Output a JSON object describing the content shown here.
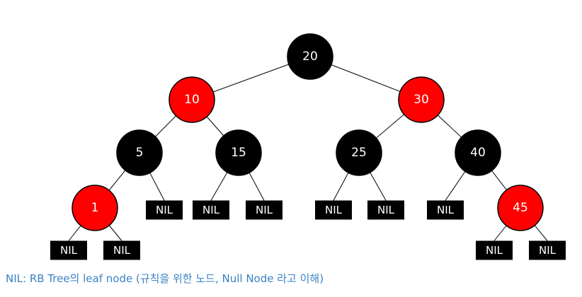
{
  "tree": {
    "colors": {
      "red": "#ff0000",
      "black": "#000000",
      "edge": "#000000",
      "label": "#ffffff"
    },
    "nodes": [
      {
        "id": "n20",
        "label": "20",
        "color": "black",
        "parent": null
      },
      {
        "id": "n10",
        "label": "10",
        "color": "red",
        "parent": "n20"
      },
      {
        "id": "n30",
        "label": "30",
        "color": "red",
        "parent": "n20"
      },
      {
        "id": "n5",
        "label": "5",
        "color": "black",
        "parent": "n10"
      },
      {
        "id": "n15",
        "label": "15",
        "color": "black",
        "parent": "n10"
      },
      {
        "id": "n25",
        "label": "25",
        "color": "black",
        "parent": "n30"
      },
      {
        "id": "n40",
        "label": "40",
        "color": "black",
        "parent": "n30"
      },
      {
        "id": "n1",
        "label": "1",
        "color": "red",
        "parent": "n5"
      },
      {
        "id": "n45",
        "label": "45",
        "color": "red",
        "parent": "n40"
      }
    ],
    "nil_label": "NIL",
    "nil_nodes": [
      {
        "id": "nil-1a",
        "parent": "n1"
      },
      {
        "id": "nil-1b",
        "parent": "n1"
      },
      {
        "id": "nil-5",
        "parent": "n5"
      },
      {
        "id": "nil-15a",
        "parent": "n15"
      },
      {
        "id": "nil-15b",
        "parent": "n15"
      },
      {
        "id": "nil-25a",
        "parent": "n25"
      },
      {
        "id": "nil-25b",
        "parent": "n25"
      },
      {
        "id": "nil-40",
        "parent": "n40"
      },
      {
        "id": "nil-45a",
        "parent": "n45"
      },
      {
        "id": "nil-45b",
        "parent": "n45"
      }
    ]
  },
  "caption": "NIL: RB Tree의 leaf node (규칙을 위한 노드, Null Node 라고 이해)"
}
